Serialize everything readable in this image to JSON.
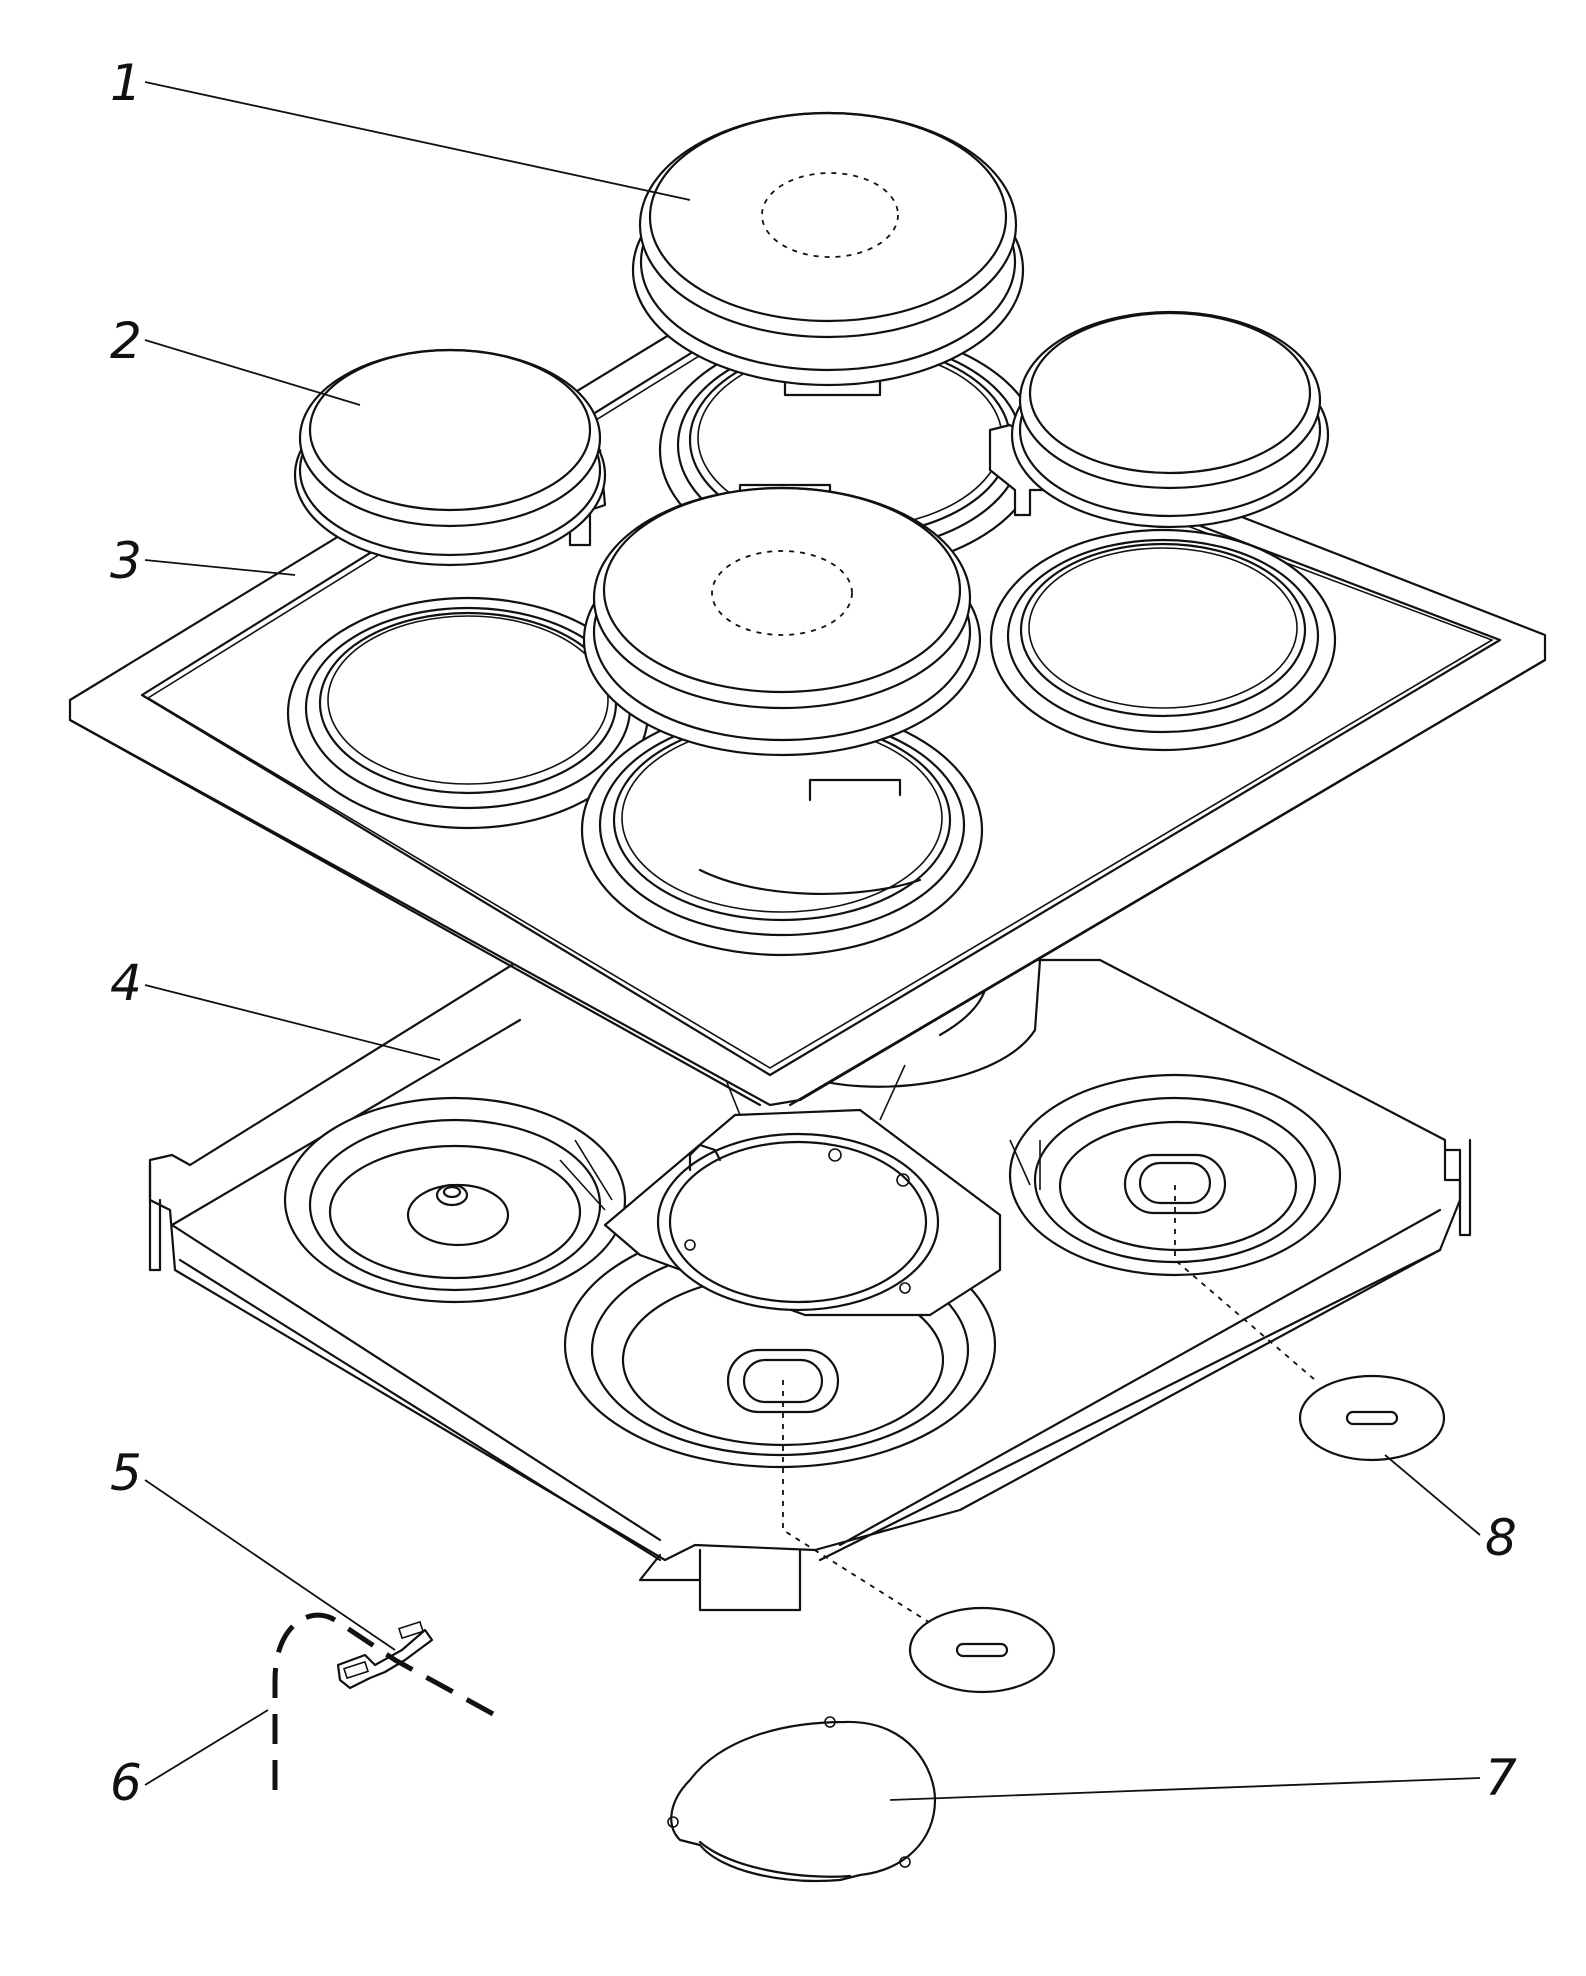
{
  "labels": [
    "1",
    "2",
    "3",
    "4",
    "5",
    "6",
    "7",
    "8"
  ],
  "colors": {
    "line": "#111111",
    "background": "#ffffff"
  }
}
